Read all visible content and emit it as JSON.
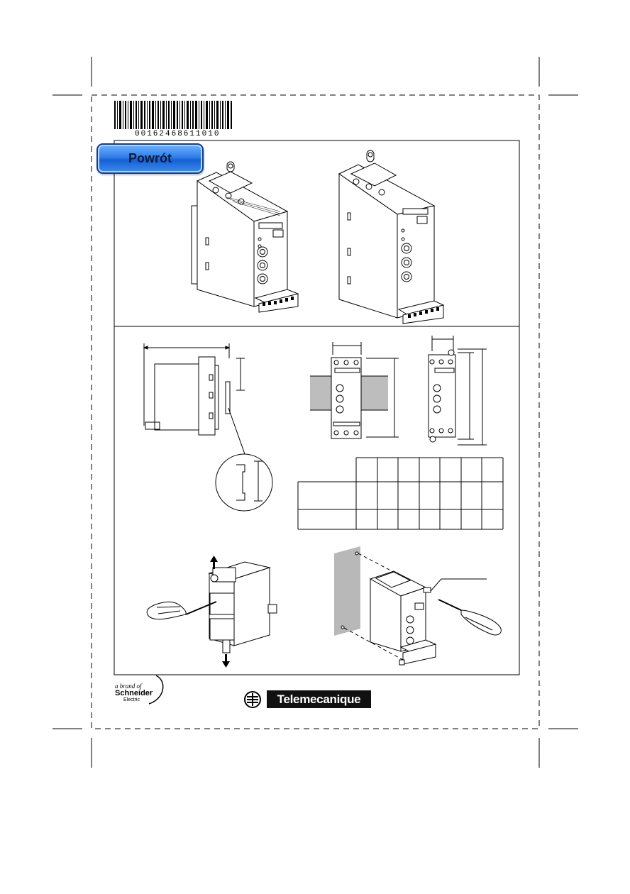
{
  "barcode": {
    "number": "00162468611010"
  },
  "nav": {
    "back_label": "Powrót"
  },
  "footer": {
    "brand_line1": "a brand of",
    "brand_line2": "Schneider",
    "brand_line3": "Electric",
    "logo_text": "Telemecanique"
  }
}
